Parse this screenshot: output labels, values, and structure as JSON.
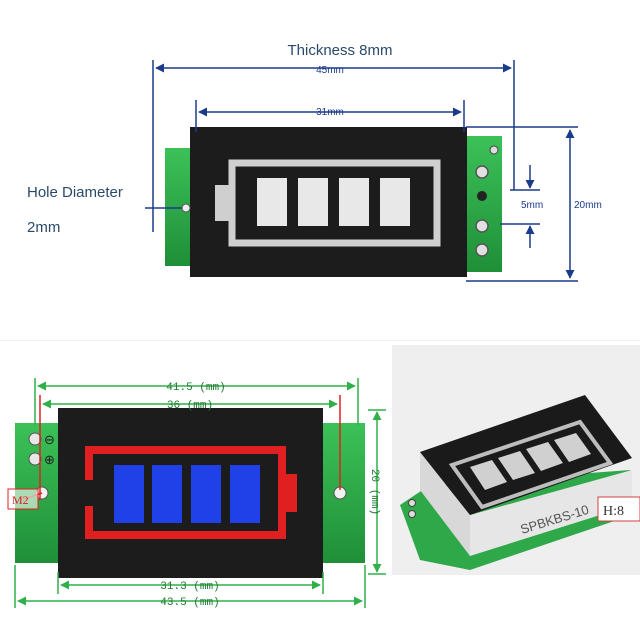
{
  "top_diagram": {
    "thickness_label": "Thickness 8mm",
    "dim_45": "45mm",
    "dim_31": "31mm",
    "dim_20": "20mm",
    "dim_5": "5mm",
    "hole_label_1": "Hole Diameter",
    "hole_label_2": "2mm"
  },
  "bottom_left_diagram": {
    "dim_415": "41.5 (mm)",
    "dim_36": "36 (mm)",
    "dim_313": "31.3 (mm)",
    "dim_435": "43.5 (mm)",
    "dim_20": "20 (mm)",
    "screw_label": "M2",
    "minus_symbol": "⊖",
    "plus_symbol": "⊕"
  },
  "bottom_right_photo": {
    "model_text": "SPBKBS-10",
    "h_label": "H:8"
  },
  "colors": {
    "pcb_green": "#2fa84a",
    "module_black": "#1c1c1c",
    "battery_red": "#e02020",
    "cell_blue": "#2040e8",
    "dim_blue": "#1a3a8a",
    "dim_green": "#2fb04a"
  }
}
